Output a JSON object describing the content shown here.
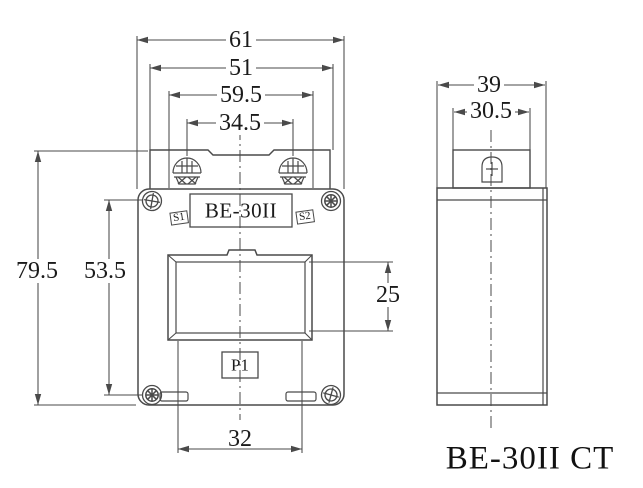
{
  "drawing_title": "BE-30II CT",
  "colors": {
    "background": "#ffffff",
    "line": "#4a4a4a",
    "text": "#1b1b1b"
  },
  "front_view": {
    "model_label": "BE-30II",
    "terminal_p1": "P1",
    "terminal_s1": "S1",
    "terminal_s2": "S2",
    "dims": {
      "overall_width": "61",
      "terminal_cover_width": "51",
      "terminal_span_outer": "59.5",
      "terminal_span": "34.5",
      "overall_height": "79.5",
      "mounting_screw_span": "53.5",
      "window_height": "25",
      "window_width": "32"
    }
  },
  "side_view": {
    "dims": {
      "overall_depth": "39",
      "terminal_block_depth": "30.5"
    }
  },
  "caption": "BE-30II CT"
}
